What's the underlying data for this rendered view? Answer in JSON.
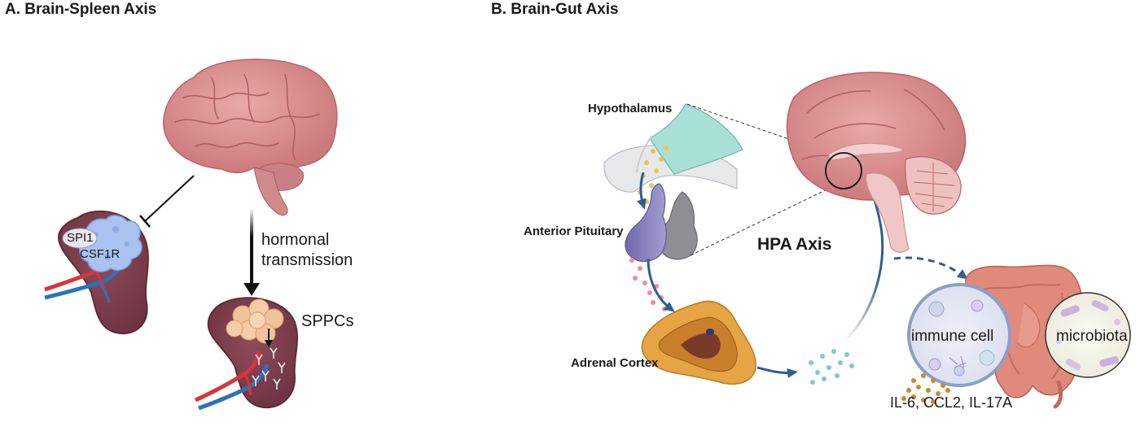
{
  "panels": {
    "a": {
      "title": "A. Brain-Spleen Axis",
      "labels": {
        "spi1": "SPI1",
        "csf1r": "CSF1R",
        "transmission_line1": "hormonal",
        "transmission_line2": "transmission",
        "sppcs": "SPPCs"
      }
    },
    "b": {
      "title": "B. Brain-Gut Axis",
      "labels": {
        "hypothalamus": "Hypothalamus",
        "anterior_pituitary": "Anterior Pituitary",
        "hpa_axis": "HPA Axis",
        "adrenal_cortex": "Adrenal Cortex",
        "immune_cell": "immune cell",
        "microbiota": "microbiota",
        "cytokines": "IL-6, CCL2, IL-17A"
      }
    }
  },
  "colors": {
    "brain": "#d9878a",
    "brain_dark": "#b86468",
    "spleen": "#7a3b4a",
    "spleen_edge": "#5a2a36",
    "macrophage": "#a9c2ef",
    "sppc": "#f2c29a",
    "artery": "#d8343a",
    "vein": "#2d72b8",
    "hpa_arrow": "#2f5f8f",
    "hypothalamus": "#a8e0d6",
    "pituitary": "#8b86c0",
    "adrenal": "#e0a040",
    "intestine": "#e08a7c",
    "immune_circle_ring": "#8aa0c8",
    "cytokine_dot": "#c98a2a"
  },
  "icons": [
    "brain-icon",
    "spleen-icon",
    "macrophage-icon",
    "sppc-cluster-icon",
    "antibody-icon",
    "hypothalamus-icon",
    "pituitary-icon",
    "adrenal-gland-icon",
    "sagittal-brain-icon",
    "intestine-icon",
    "immune-cell-icon",
    "microbiota-icon"
  ]
}
